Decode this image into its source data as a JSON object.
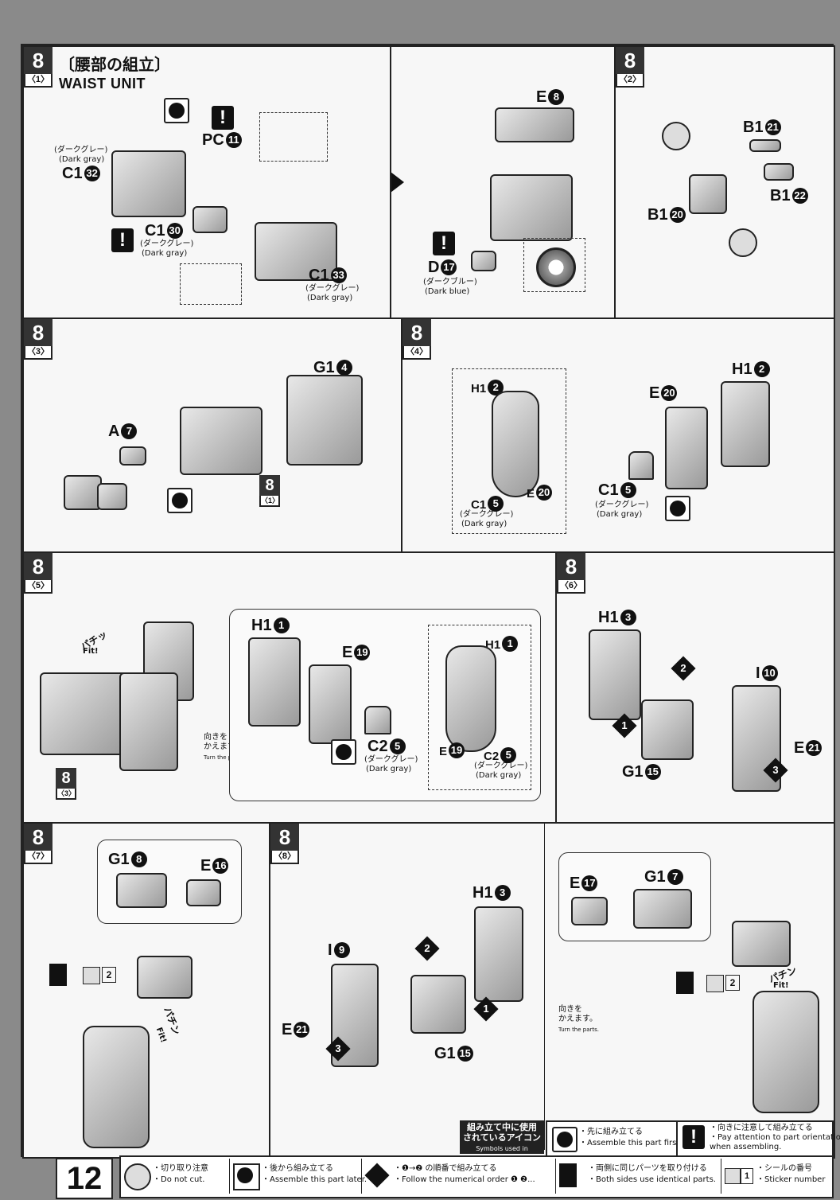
{
  "page": {
    "number": "12"
  },
  "panels": {
    "p1": {
      "step": "8",
      "sub": "〈1〉",
      "title_jp": "〔腰部の組立〕",
      "title_en": "WAIST UNIT",
      "labels": {
        "pc": "PC",
        "pc_n": "11",
        "c1a": "C1",
        "c1a_n": "32",
        "c1a_jp": "(ダークグレー)",
        "c1a_en": "(Dark gray)",
        "c1b": "C1",
        "c1b_n": "30",
        "c1b_jp": "(ダークグレー)",
        "c1b_en": "(Dark gray)",
        "c1c": "C1",
        "c1c_n": "33",
        "c1c_jp": "(ダークグレー)",
        "c1c_en": "(Dark gray)",
        "e": "E",
        "e_n": "8",
        "d": "D",
        "d_n": "17",
        "d_jp": "(ダークブルー)",
        "d_en": "(Dark blue)"
      }
    },
    "p2": {
      "step": "8",
      "sub": "〈2〉",
      "labels": {
        "b21": "B1",
        "b21_n": "21",
        "b22": "B1",
        "b22_n": "22",
        "b20": "B1",
        "b20_n": "20"
      }
    },
    "p3": {
      "step": "8",
      "sub": "〈3〉",
      "labels": {
        "g": "G1",
        "g_n": "4",
        "a": "A",
        "a_n": "7",
        "ref": "8",
        "ref_sub": "〈1〉"
      }
    },
    "p4": {
      "step": "8",
      "sub": "〈4〉",
      "labels": {
        "h1": "H1",
        "h1_n": "2",
        "c15a": "C1",
        "c15a_n": "5",
        "c15a_jp": "(ダークグレー)",
        "c15a_en": "(Dark gray)",
        "e20a": "E",
        "e20a_n": "20",
        "h1b": "H1",
        "h1b_n": "2",
        "e20b": "E",
        "e20b_n": "20",
        "c15b": "C1",
        "c15b_n": "5",
        "c15b_jp": "(ダークグレー)",
        "c15b_en": "(Dark gray)"
      }
    },
    "p5": {
      "step": "8",
      "sub": "〈5〉",
      "labels": {
        "fit_jp": "パチッ",
        "fit_en": "Fit!",
        "ref": "8",
        "ref_sub": "〈3〉",
        "turn_jp1": "向きを",
        "turn_jp2": "かえます。",
        "turn_en": "Turn the parts.",
        "h1": "H1",
        "h1_n": "1",
        "e19": "E",
        "e19_n": "19",
        "c25": "C2",
        "c25_n": "5",
        "c25_jp": "(ダークグレー)",
        "c25_en": "(Dark gray)",
        "h1b": "H1",
        "h1b_n": "1",
        "e19b": "E",
        "e19b_n": "19",
        "c25b": "C2",
        "c25b_n": "5",
        "c25b_jp": "(ダークグレー)",
        "c25b_en": "(Dark gray)"
      }
    },
    "p6": {
      "step": "8",
      "sub": "〈6〉",
      "labels": {
        "h1": "H1",
        "h1_n": "3",
        "i": "I",
        "i_n": "10",
        "e21": "E",
        "e21_n": "21",
        "g15": "G1",
        "g15_n": "15",
        "s1": "1",
        "s2": "2",
        "s3": "3"
      }
    },
    "p7": {
      "step": "8",
      "sub": "〈7〉",
      "labels": {
        "g18": "G1",
        "g18_n": "8",
        "e16": "E",
        "e16_n": "16",
        "sticker": "2",
        "fit_jp": "パチン",
        "fit_en": "Fit!"
      }
    },
    "p8": {
      "step": "8",
      "sub": "〈8〉",
      "labels": {
        "h13": "H1",
        "h13_n": "3",
        "i9": "I",
        "i9_n": "9",
        "e21": "E",
        "e21_n": "21",
        "g15": "G1",
        "g15_n": "15",
        "s1": "1",
        "s2": "2",
        "s3": "3",
        "turn_jp1": "向きを",
        "turn_jp2": "かえます。",
        "turn_en": "Turn the parts.",
        "e17": "E",
        "e17_n": "17",
        "g17": "G1",
        "g17_n": "7",
        "sticker": "2",
        "fit_jp": "パチン",
        "fit_en": "Fit!"
      }
    }
  },
  "legend": {
    "symbols_jp1": "組み立て中に使用",
    "symbols_jp2": "されているアイコン",
    "symbols_en": "Symbols used in instructions",
    "first_jp": "・先に組み立てる",
    "first_en": "・Assemble this part first.",
    "orient_jp": "・向きに注意して組み立てる",
    "orient_en1": "・Pay attention to part orientation",
    "orient_en2": "when assembling.",
    "nocut_jp": "・切り取り注意",
    "nocut_en": "・Do not cut.",
    "later_jp": "・後から組み立てる",
    "later_en": "・Assemble this part later.",
    "order_jp": "・❶→❷ の順番で組み立てる",
    "order_en": "・Follow the numerical order ❶ ❷...",
    "both_jp": "・両側に同じパーツを取り付ける",
    "both_en": "・Both sides use identical parts.",
    "sticker_jp": "・シールの番号",
    "sticker_en": "・Sticker number",
    "sticker_box": "1"
  }
}
